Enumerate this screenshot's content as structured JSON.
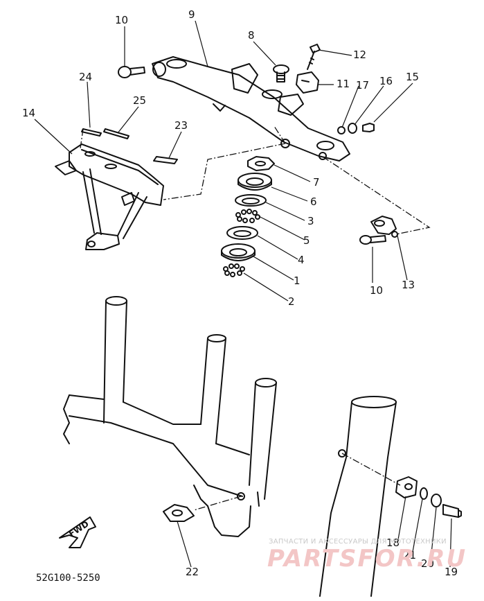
{
  "callouts": {
    "c1": "1",
    "c2": "2",
    "c3": "3",
    "c4": "4",
    "c5": "5",
    "c6": "6",
    "c7": "7",
    "c8": "8",
    "c9": "9",
    "c10a": "10",
    "c10b": "10",
    "c11": "11",
    "c12": "12",
    "c13": "13",
    "c14": "14",
    "c15": "15",
    "c16": "16",
    "c17": "17",
    "c18": "18",
    "c19": "19",
    "c20": "20",
    "c21": "21",
    "c22": "22",
    "c23": "23",
    "c24": "24",
    "c25": "25"
  },
  "fwd_label": "FWD",
  "drawing_code": "52G100-5250",
  "watermark": {
    "top_line": "ЗАПЧАСТИ И АКСЕССУАРЫ ДЛЯ МОТОТЕХНИКИ",
    "logo": "PARTSFOR.RU"
  }
}
